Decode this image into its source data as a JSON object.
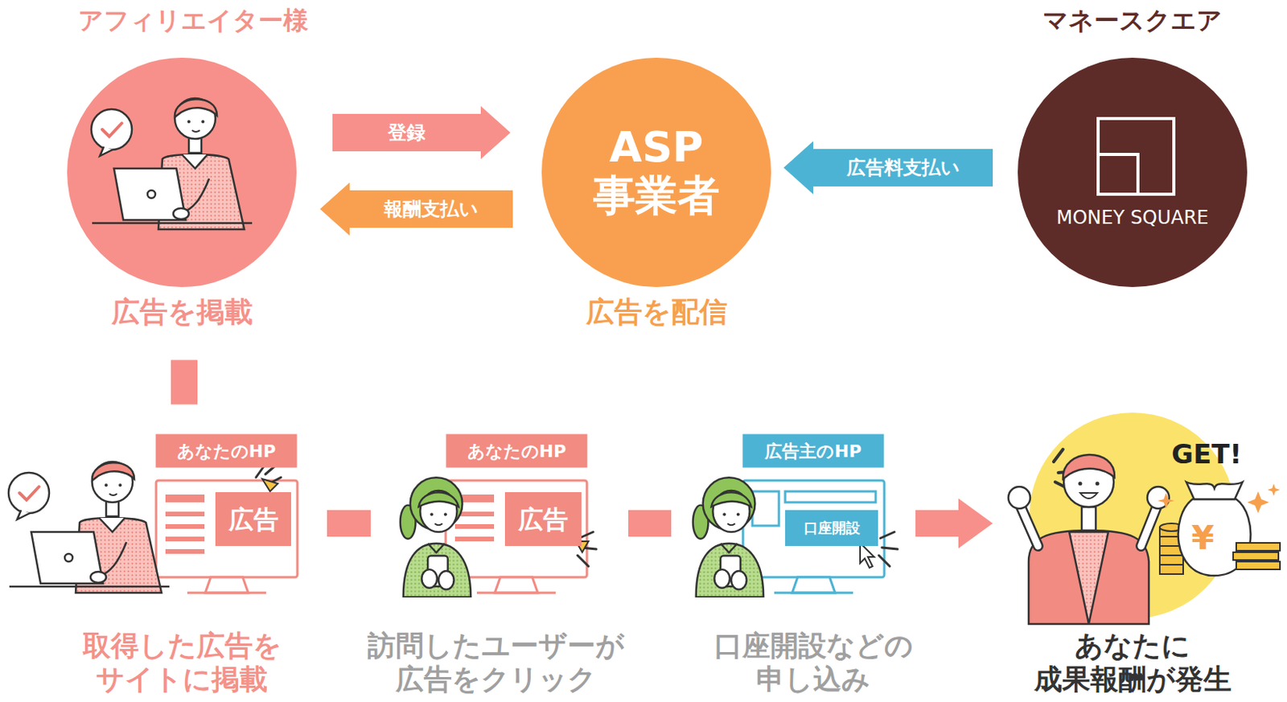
{
  "diagram": {
    "nodes": [
      {
        "text": [
          "アフィリエイター様",
          "広告を掲載"
        ]
      },
      {
        "text": [
          "ASP 事業者",
          "広告を配信"
        ]
      },
      {
        "text": [
          "マネースクエア",
          "MONEY SQUARE"
        ]
      },
      {
        "text": [
          "あなたのHP",
          "取得した広告を サイトに掲載"
        ]
      },
      {
        "text": [
          "広告"
        ],
        "in": 3
      },
      {
        "text": [
          "あなたのHP",
          "訪問したユーザーが 広告をクリック"
        ]
      },
      {
        "text": [
          "広告"
        ],
        "in": 5
      },
      {
        "text": [
          "広告主のHP",
          "口座開設などの 申し込み"
        ]
      },
      {
        "text": [
          "口座開設"
        ],
        "in": 7
      },
      {
        "text": [
          "GET!",
          "あなたに 成果報酬が発生"
        ]
      }
    ],
    "edges": [
      {
        "from": 0,
        "to": 1,
        "label": "登録",
        "arrow": "to"
      },
      {
        "from": 1,
        "to": 0,
        "label": "報酬支払い",
        "arrow": "to"
      },
      {
        "from": 2,
        "to": 1,
        "label": "広告料支払い",
        "arrow": "to"
      },
      {
        "from": 0,
        "to": 3,
        "arrow": "none"
      },
      {
        "from": 3,
        "to": 5,
        "arrow": "none"
      },
      {
        "from": 5,
        "to": 7,
        "arrow": "none"
      },
      {
        "from": 7,
        "to": 9,
        "arrow": "to"
      }
    ],
    "labels": [
      "¥"
    ]
  }
}
